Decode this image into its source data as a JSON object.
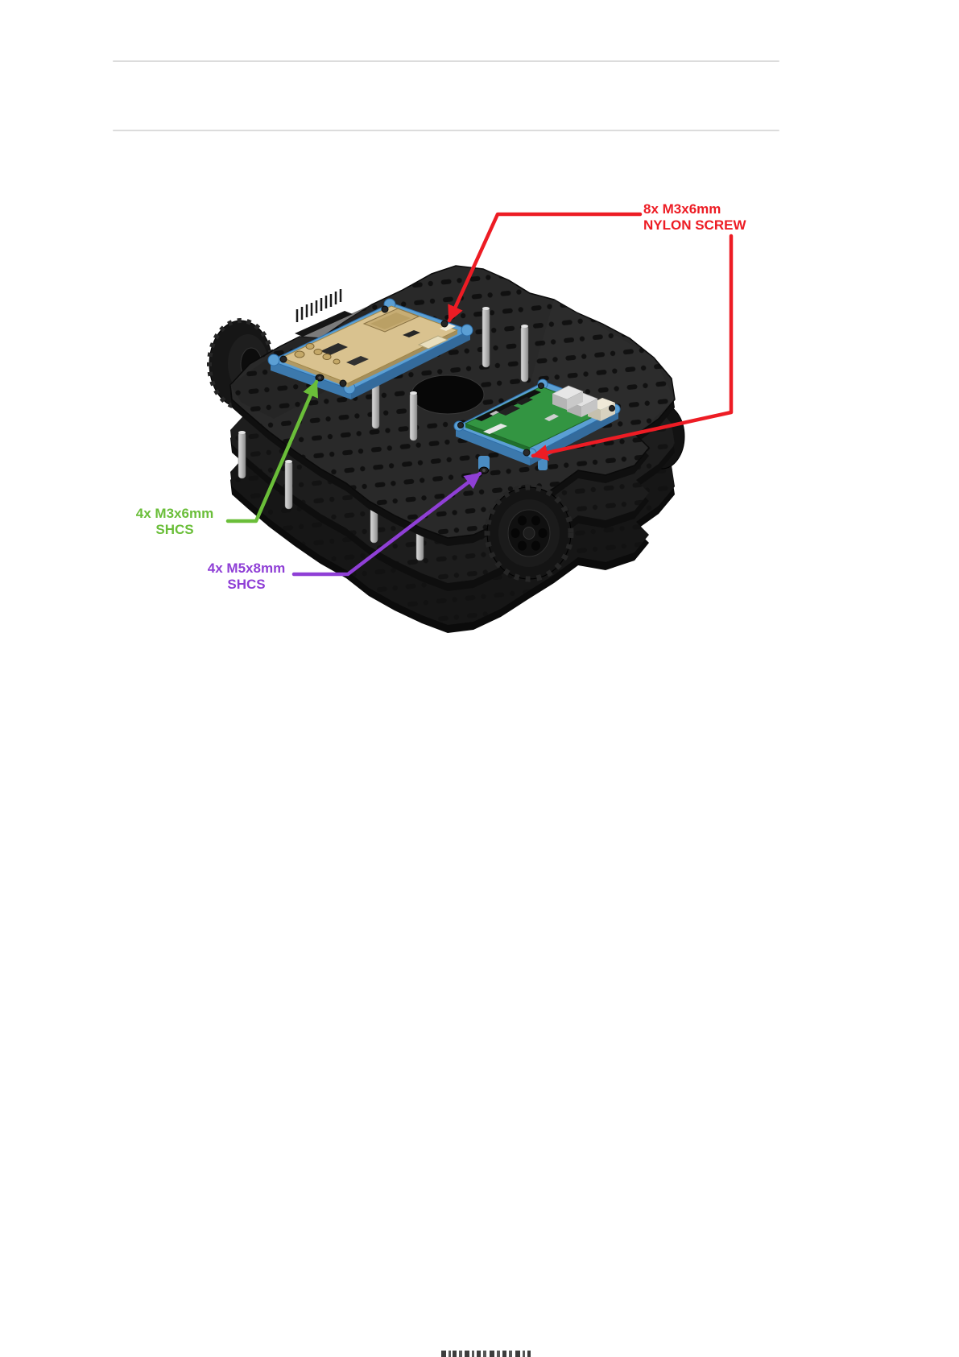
{
  "callouts": {
    "nylon": {
      "line1": "8x M3x6mm",
      "line2": "NYLON SCREW",
      "color": "#ed1c24"
    },
    "shcs_m3": {
      "line1": "4x M3x6mm",
      "line2": "SHCS",
      "color": "#6abe39"
    },
    "shcs_m5": {
      "line1": "4x M5x8mm",
      "line2": "SHCS",
      "color": "#8f3fd6"
    }
  }
}
